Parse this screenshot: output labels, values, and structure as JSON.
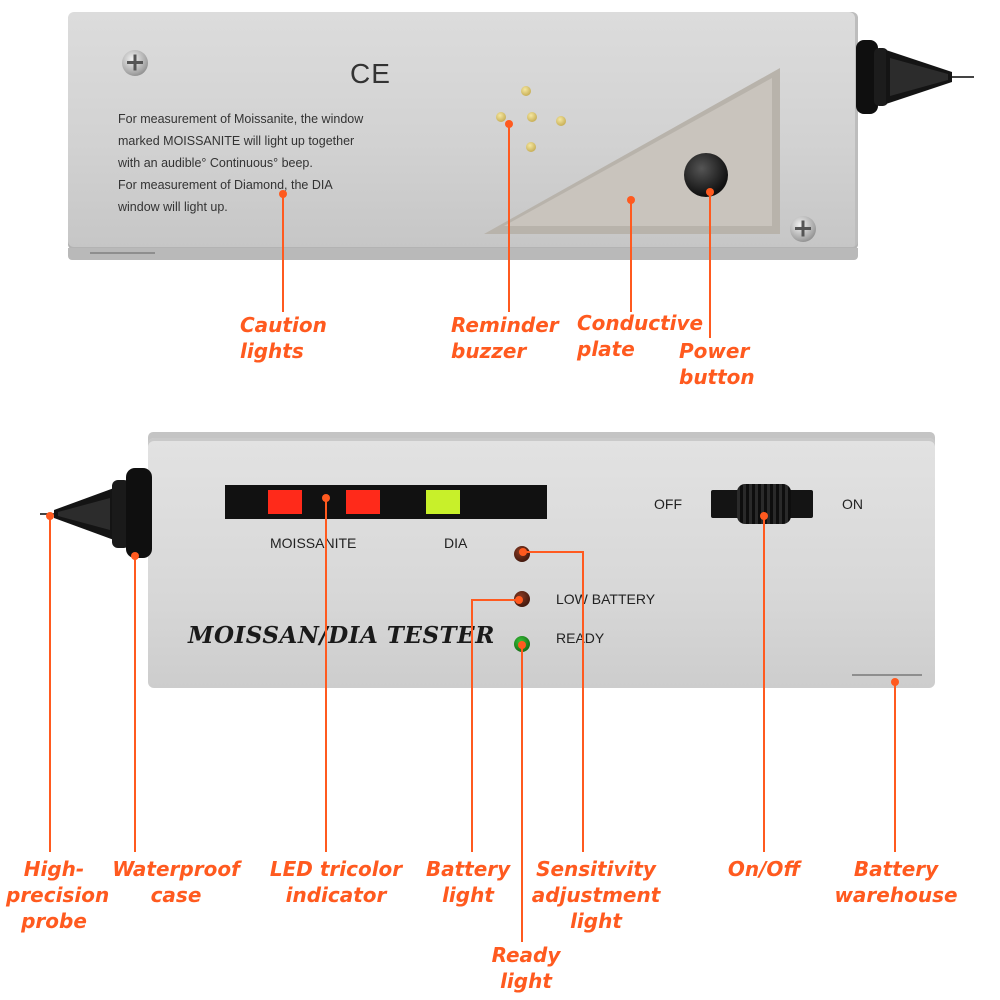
{
  "device_back": {
    "ce_mark": "CE",
    "instructions": [
      "For measurement of Moissanite, the window",
      "marked MOISSANITE will light up together",
      "with an audible° Continuous° beep.",
      "For measurement of Diamond, the DIA",
      "window will light up."
    ]
  },
  "device_front": {
    "brand": "MOISSAN/DIA TESTER",
    "led_labels": {
      "moissanite": "MOISSANITE",
      "dia": "DIA"
    },
    "switch": {
      "off": "OFF",
      "on": "ON"
    },
    "indicators": {
      "low_battery": "LOW BATTERY",
      "ready": "READY"
    }
  },
  "callouts": {
    "caution_lights": [
      "Caution",
      "lights"
    ],
    "reminder_buzzer": [
      "Reminder",
      "buzzer"
    ],
    "conductive_plate": [
      "Conductive",
      "plate"
    ],
    "power_button": [
      "Power",
      "button"
    ],
    "probe": [
      "High-",
      "precision",
      "probe"
    ],
    "waterproof_case": [
      "Waterproof",
      "case"
    ],
    "led_indicator": [
      "LED tricolor",
      "indicator"
    ],
    "battery_light": [
      "Battery",
      "light"
    ],
    "sensitivity_light": [
      "Sensitivity",
      "adjustment",
      "light"
    ],
    "ready_light": [
      "Ready",
      "light"
    ],
    "on_off": [
      "On/Off"
    ],
    "battery_warehouse": [
      "Battery",
      "warehouse"
    ]
  },
  "colors": {
    "callout": "#ff5a1f",
    "led_red": "#ff2a1a",
    "led_green": "#c8f02a",
    "device_silver": "#d6d6d6"
  }
}
